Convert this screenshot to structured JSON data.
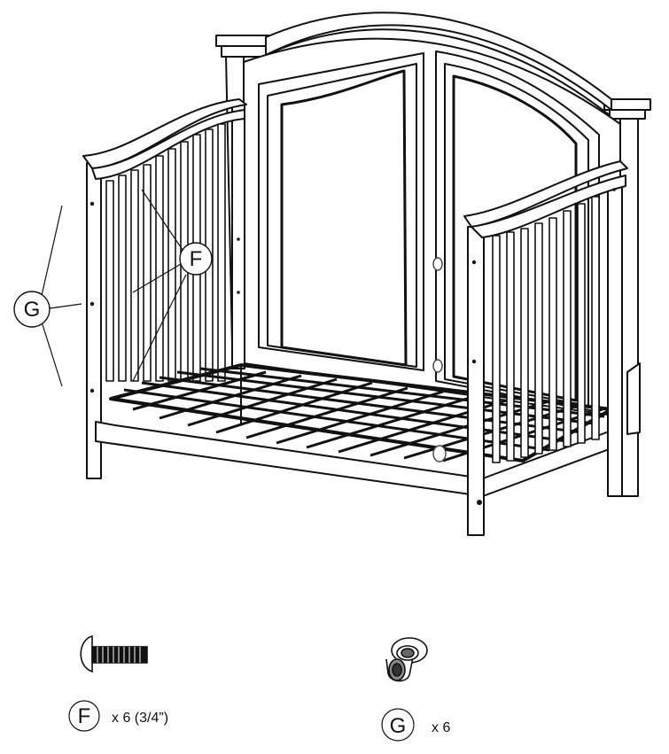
{
  "callouts": {
    "f": "F",
    "g": "G"
  },
  "parts": [
    {
      "letter": "F",
      "quantity": "x 6 (3/4”)",
      "icon": "bolt-icon"
    },
    {
      "letter": "G",
      "quantity": "x 6",
      "icon": "barrel-nut-icon"
    }
  ],
  "colors": {
    "line": "#111111",
    "background": "#ffffff"
  }
}
